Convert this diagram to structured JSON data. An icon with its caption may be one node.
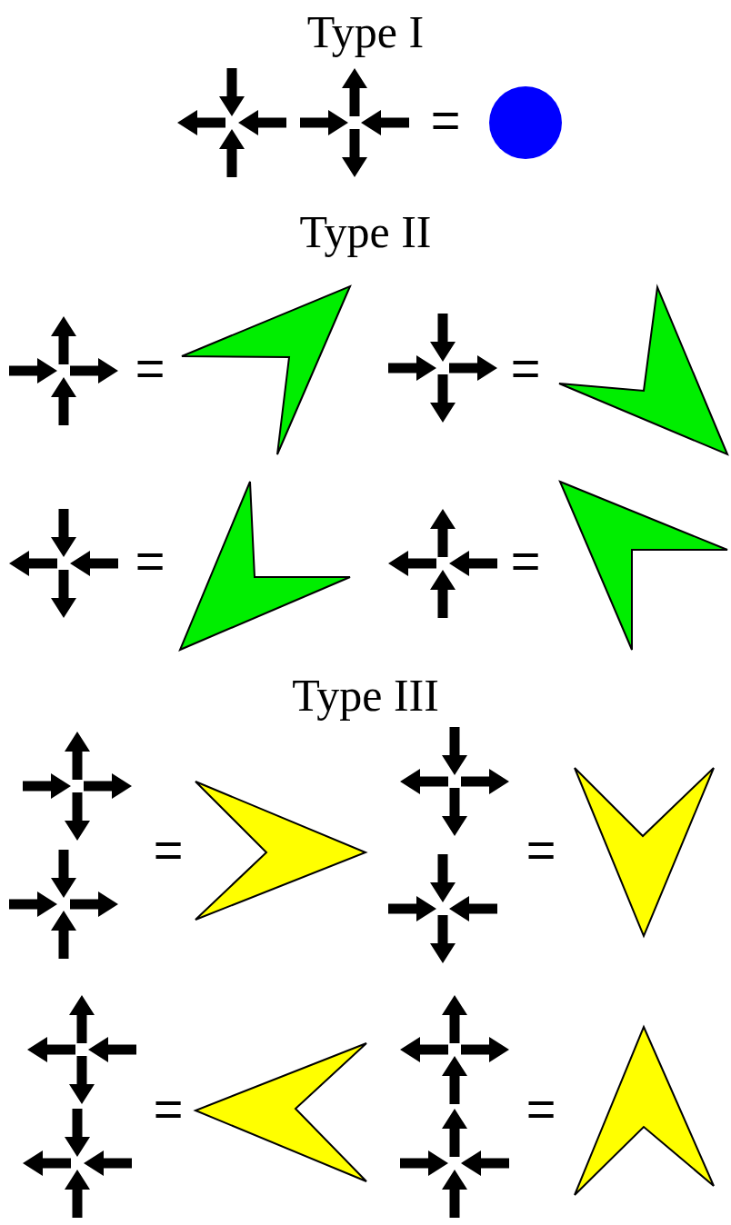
{
  "diagram": {
    "nodes": [
      {
        "text": [],
        "shape": "circle"
      },
      {
        "text": [],
        "shape": "boomerang"
      },
      {
        "text": [],
        "shape": "boomerang"
      },
      {
        "text": [],
        "shape": "boomerang"
      },
      {
        "text": [],
        "shape": "boomerang"
      },
      {
        "text": [],
        "shape": "chevron"
      },
      {
        "text": [],
        "shape": "chevron"
      },
      {
        "text": [],
        "shape": "chevron"
      },
      {
        "text": [],
        "shape": "chevron"
      }
    ],
    "labels": [
      "Type I",
      "=",
      "Type II",
      "=",
      "=",
      "=",
      "=",
      "Type III",
      "=",
      "=",
      "=",
      "="
    ]
  }
}
